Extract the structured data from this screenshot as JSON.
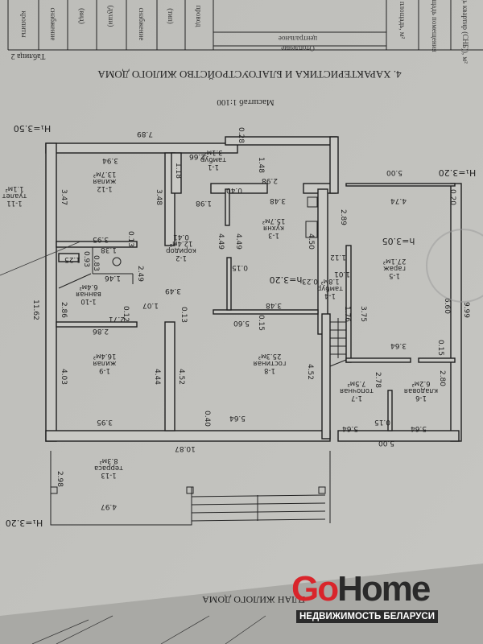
{
  "document": {
    "section_title": "4. ХАРАКТЕРИСТИКА И БЛАГОУСТРОЙСТВО ЖИЛОГО ДОМА",
    "scale": "Масштаб 1:100",
    "table_label": "Таблица 2",
    "plan_title": "ПЛАН ЖИЛОГО ДОМА",
    "table_header_fragments": [
      "кропиты",
      "снабжение",
      "(вид)",
      "(души)",
      "снабжение",
      "(тип)",
      "провод",
      "центральное",
      "Отопление",
      "площадь, м²",
      "площадь помещения",
      "площадь квартир (СНБ)), м²"
    ]
  },
  "rooms": [
    {
      "id": "1-1",
      "name": "тамбур",
      "area": "3.1м²"
    },
    {
      "id": "1-2",
      "name": "коридор",
      "area": "12.4м²"
    },
    {
      "id": "1-3",
      "name": "кухня",
      "area": "15.7м²"
    },
    {
      "id": "1-4",
      "name": "тамбур",
      "area": "1.8м²"
    },
    {
      "id": "1-5",
      "name": "гараж",
      "area": "27.1м²"
    },
    {
      "id": "1-6",
      "name": "кладовая",
      "area": "6.2м²"
    },
    {
      "id": "1-7",
      "name": "топочная",
      "area": "7.5м²"
    },
    {
      "id": "1-8",
      "name": "гостиная",
      "area": "25.3м²"
    },
    {
      "id": "1-9",
      "name": "жилая",
      "area": "16.4м²"
    },
    {
      "id": "1-10",
      "name": "ванная",
      "area": "6.4м²"
    },
    {
      "id": "1-11",
      "name": "туалет",
      "area": "1.1м²"
    },
    {
      "id": "1-12",
      "name": "жилая",
      "area": "13.7м²"
    },
    {
      "id": "1-13",
      "name": "терраса",
      "area": "8.3м²"
    }
  ],
  "heights": [
    "H₁=3.50",
    "H₁=3.20",
    "h=3.05",
    "h=3.20",
    "H₁=3.20"
  ],
  "dims": [
    "7.89",
    "3.94",
    "2.66",
    "1.18",
    "1.48",
    "0.28",
    "2.98",
    "0.40",
    "5.00",
    "4.74",
    "0.20",
    "3.47",
    "3.48",
    "1.98",
    "3.48",
    "2.89",
    "4.50",
    "4.49",
    "4.49",
    "0.41",
    "3.95",
    "0.13",
    "1.38",
    "1.25",
    "0.93",
    "0.83",
    "1.46",
    "2.49",
    "3.49",
    "1.12",
    "1.01",
    "0.23",
    "0.15",
    "9.99",
    "6.60",
    "1.07",
    "3.48",
    "1.76",
    "3.75",
    "11.62",
    "2.86",
    "2.71",
    "0.12",
    "0.13",
    "5.60",
    "0.15",
    "2.86",
    "3.64",
    "0.15",
    "4.03",
    "4.44",
    "4.52",
    "4.52",
    "2.78",
    "2.80",
    "3.95",
    "0.40",
    "5.64",
    "5.64",
    "0.15",
    "5.64",
    "5.00",
    "10.87",
    "2.98",
    "4.97"
  ],
  "watermark": {
    "brand_go": "Go",
    "brand_home": "Home",
    "tagline": "НЕДВИЖИМОСТЬ БЕЛАРУСИ"
  },
  "colors": {
    "paper": "#b9b9b5",
    "ink": "#222222",
    "brand_red": "#d9252b"
  }
}
